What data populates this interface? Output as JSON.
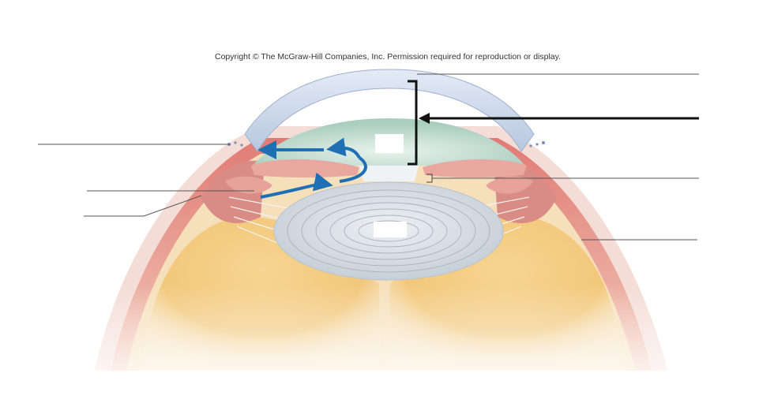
{
  "copyright": "Copyright © The McGraw-Hill Companies, Inc. Permission required for reproduction or display.",
  "colors": {
    "cornea": "#c9d6ea",
    "aqueous": "#bcd9cf",
    "iris": "#e9a7a0",
    "ciliary_body": "#d98c86",
    "sclera": "#e88f86",
    "lens": "#d3dae2",
    "vitreous": "#f2c77a",
    "flow_arrow": "#1f6fb5",
    "label_line": "#555555"
  },
  "flow_arrows": [
    "aqueous-humor-flow-arrow"
  ],
  "labels": [
    "label-cornea",
    "label-anterior-segment",
    "label-canal-of-schlemm",
    "label-ciliary-process",
    "label-ciliary-muscle",
    "label-posterior-chamber",
    "label-vitreous-body"
  ],
  "blanks": [
    "blank-anterior-chamber",
    "blank-lens"
  ]
}
